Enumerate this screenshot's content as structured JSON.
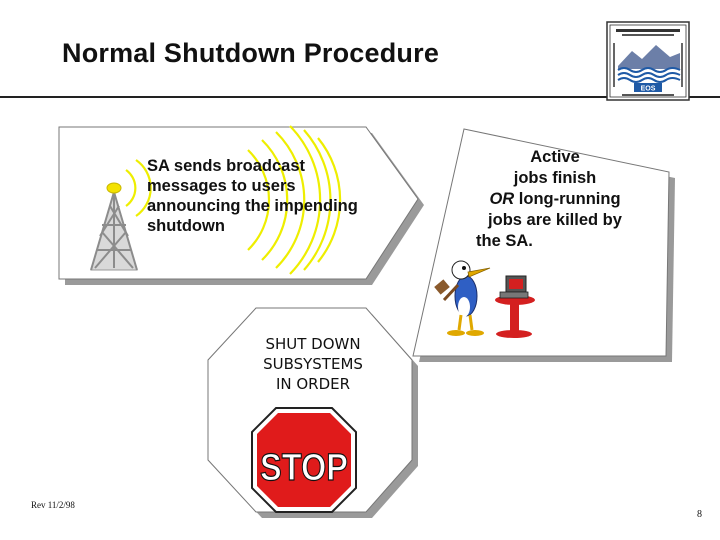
{
  "slide": {
    "title": "Normal Shutdown Procedure",
    "broadcast_text": "SA sends broadcast messages to users announcing the impending shutdown",
    "jobs_text": {
      "line1": "Active",
      "line2": "jobs finish",
      "line3_italic": "OR",
      "line3_rest": " long-running",
      "line4": "jobs are killed by",
      "line5": "the SA."
    },
    "shutdown_text": {
      "line1": "SHUT DOWN",
      "line2": "SUBSYSTEMS",
      "line3": "IN ORDER"
    },
    "stop_sign_text": "STOP",
    "footer_revision": "Rev 11/2/98",
    "page_number": "8"
  },
  "logo": {
    "mark_text": "EOS"
  },
  "colors": {
    "stop_red": "#e01b1b",
    "tower_yellow": "#f4e200",
    "signal_yellow": "#eeee00",
    "shape_shadow": "#9a9a9a",
    "duck_blue": "#2f5fc4",
    "table_red": "#d42020",
    "logo_blue": "#1f5aa6"
  }
}
